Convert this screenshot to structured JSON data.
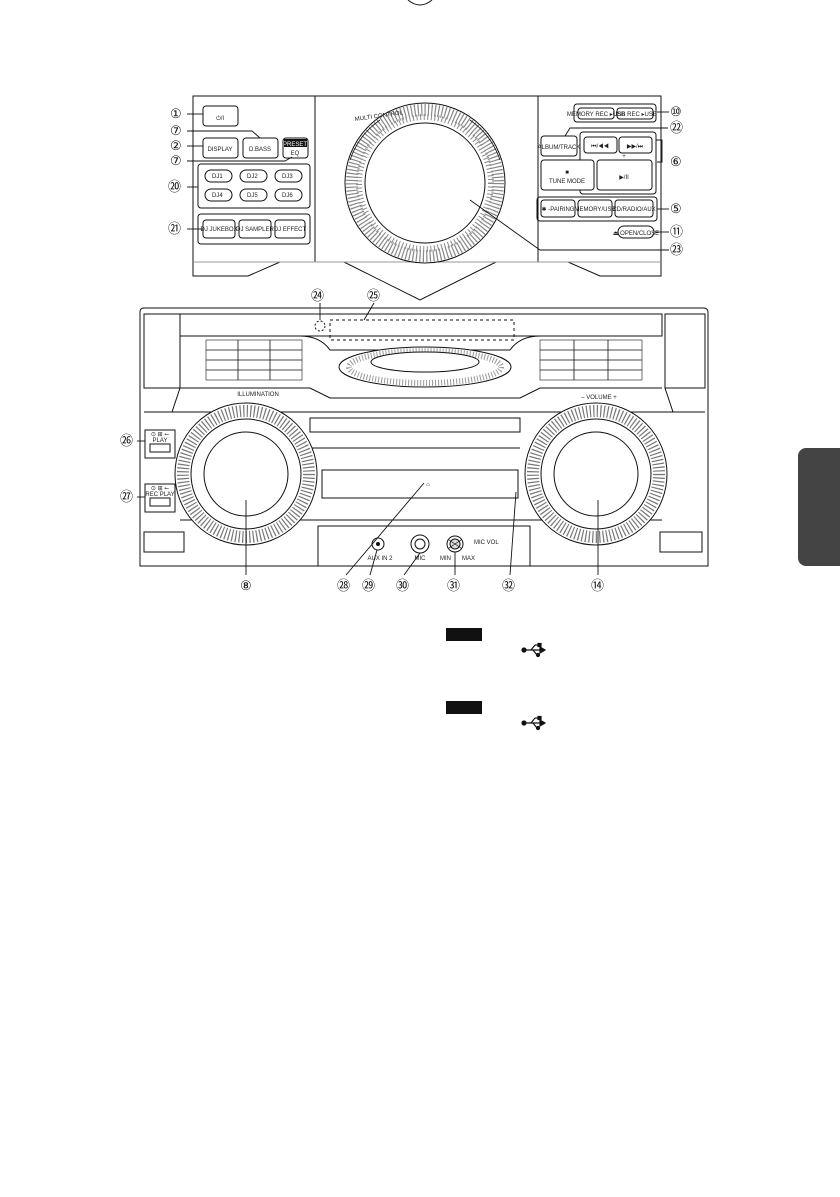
{
  "control_panel": {
    "power_button": "⏻/I",
    "display_button": "DISPLAY",
    "d_bass_button": "D.BASS",
    "preset_eq_top": "PRESET",
    "preset_eq_bottom": "EQ",
    "dj_buttons": [
      "DJ1",
      "DJ2",
      "DJ3",
      "DJ4",
      "DJ5",
      "DJ6"
    ],
    "dj_jukebox_button": "DJ JUKEBOX",
    "dj_sampler_button": "DJ SAMPLER",
    "dj_effect_button": "DJ EFFECT",
    "multi_control_label": "MULTI CONTROL",
    "memory_rec_button": "MEMORY REC ▸USB",
    "usb_rec_button": "USB REC ▸USB",
    "album_track_button": "ALBUM/TRACK",
    "skip_back_button": "⏮/◀◀",
    "skip_forward_button": "▶▶/⏭",
    "tune_mode_button": "TUNE MODE",
    "tune_mode_stop": "■",
    "play_pause_button": "▶/II",
    "play_pause_top": "+",
    "pairing_button": "✱ -PAIRING",
    "memory_usb_button": "MEMORY/USB",
    "cd_radio_aux_button": "CD/RADIO/AUX",
    "open_close_button": "⏏ OPEN/CLOSE"
  },
  "front_panel": {
    "illumination_label": "ILLUMINATION",
    "volume_label": "– VOLUME +",
    "usb_port_1_label": "PLAY",
    "usb_port_1_icons": "⊙ ⊞ ⭠",
    "usb_port_2_label": "REC PLAY",
    "usb_port_2_icons": "⊙ ⊞ ⭠",
    "aux_in_label": "AUX IN 2",
    "mic_label": "MIC",
    "mic_vol_label": "MIC VOL",
    "min_label": "MIN",
    "max_label": "MAX",
    "disc_icon": "⌂"
  },
  "callouts": [
    "①",
    "⑦",
    "②",
    "⑦",
    "⑳",
    "㉑",
    "⑩",
    "㉒",
    "⑥",
    "⑤",
    "⑪",
    "㉓",
    "㉔",
    "㉕",
    "㉖",
    "㉗",
    "⑧",
    "㉘",
    "㉙",
    "㉚",
    "㉛",
    "㉜",
    "⑭"
  ]
}
